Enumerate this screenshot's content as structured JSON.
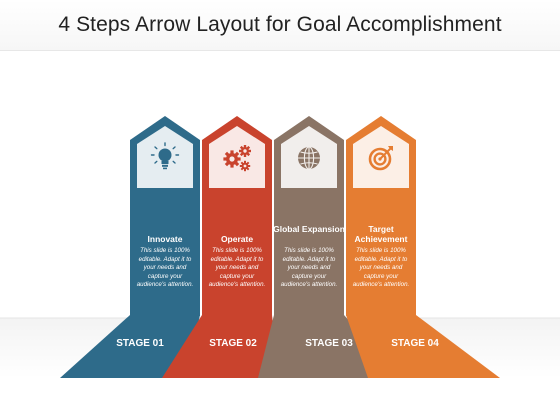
{
  "title": "4 Steps Arrow Layout for Goal Accomplishment",
  "colors": {
    "stage1": "#2e6b8a",
    "stage2": "#c9432d",
    "stage3": "#8a7465",
    "stage4": "#e57d32"
  },
  "stages": [
    {
      "title": "Innovate",
      "description": "This slide is 100% editable. Adapt it to your needs and capture your audience's attention.",
      "label": "STAGE 01",
      "icon": "lightbulb-icon"
    },
    {
      "title": "Operate",
      "description": "This slide is 100% editable. Adapt it to your needs and capture your audience's attention.",
      "label": "STAGE 02",
      "icon": "gears-icon"
    },
    {
      "title": "Global Expansion",
      "description": "This slide is 100% editable. Adapt it to your needs and capture your audience's attention.",
      "label": "STAGE 03",
      "icon": "globe-icon"
    },
    {
      "title": "Target Achievement",
      "description": "This slide is 100% editable. Adapt it to your needs and capture your audience's attention.",
      "label": "STAGE 04",
      "icon": "target-icon"
    }
  ]
}
